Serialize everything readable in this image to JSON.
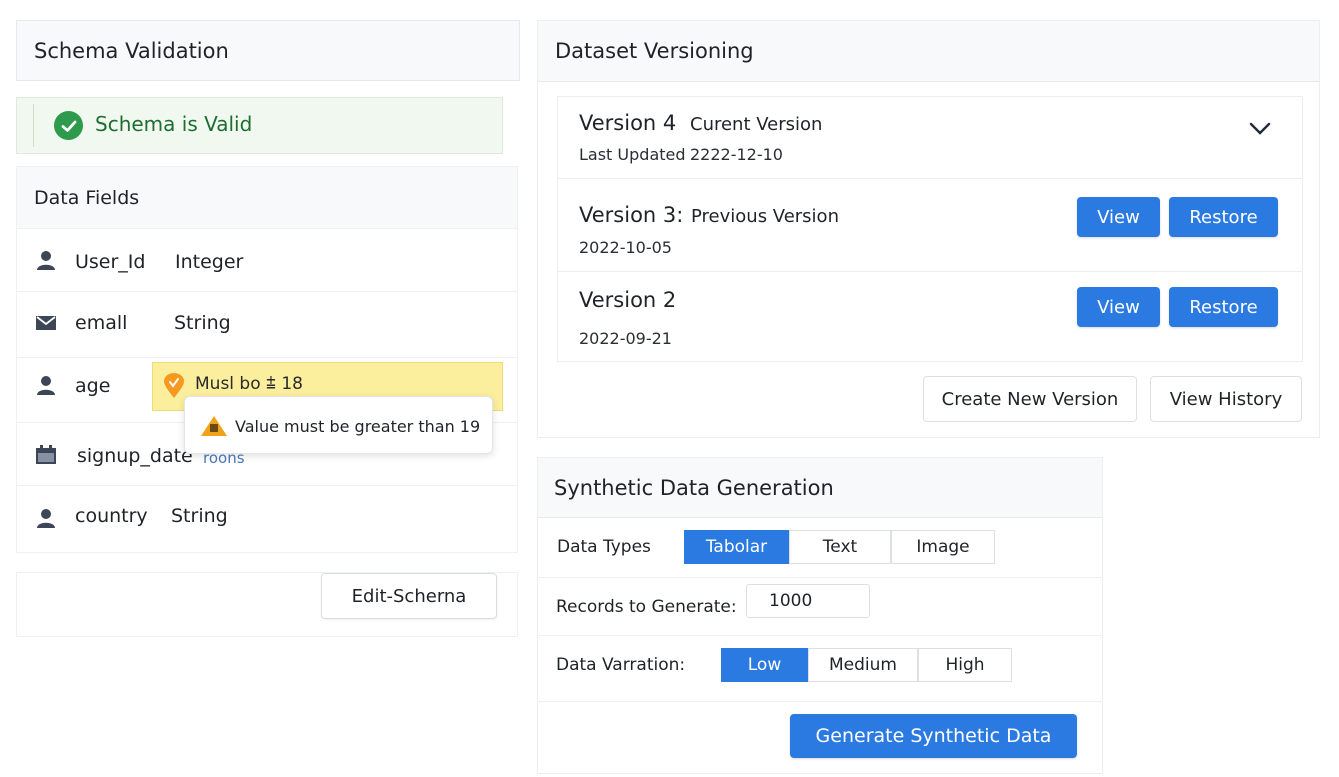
{
  "schema_validation": {
    "title": "Schema Validation",
    "status_text": "Schema is Valid",
    "data_fields_title": "Data Fields",
    "fields": [
      {
        "name": "User_Id",
        "type": "Integer",
        "icon": "user-icon"
      },
      {
        "name": "emall",
        "type": "String",
        "icon": "mail-icon"
      },
      {
        "name": "age",
        "type": "",
        "icon": "user-icon"
      },
      {
        "name": "signup_date",
        "type": "",
        "icon": "calendar-icon"
      },
      {
        "name": "country",
        "type": "String",
        "icon": "user-icon"
      }
    ],
    "age_warning": "Musl bo ⩲ 18",
    "tooltip": "Value must be greater than 19",
    "signup_hint": "roons",
    "edit_button": "Edit-Scherna"
  },
  "dataset_versioning": {
    "title": "Dataset Versioning",
    "versions": [
      {
        "name": "Version 4",
        "tag": "Curent Version",
        "date_label": "Last Updated",
        "date": "2222-12-10"
      },
      {
        "name": "Version 3:",
        "tag": "Previous Version",
        "date": "2022-10-05"
      },
      {
        "name": "Version 2",
        "tag": "",
        "date": "2022-09-21"
      }
    ],
    "view_label": "View",
    "restore_label": "Restore",
    "create_button": "Create New Version",
    "history_button": "View History"
  },
  "synthetic_data": {
    "title": "Synthetic Data Generation",
    "data_types_label": "Data Types",
    "data_types": [
      "Tabolar",
      "Text",
      "Image"
    ],
    "data_types_selected": "Tabolar",
    "records_label": "Records to Generate:",
    "records_value": "1000",
    "variation_label": "Data Varration:",
    "variations": [
      "Low",
      "Medium",
      "High"
    ],
    "variation_selected": "Low",
    "generate_button": "Generate Synthetic Data"
  },
  "colors": {
    "accent": "#2a7ae2",
    "valid_green": "#2e9a4c",
    "warning_yellow": "#fbef9d"
  }
}
